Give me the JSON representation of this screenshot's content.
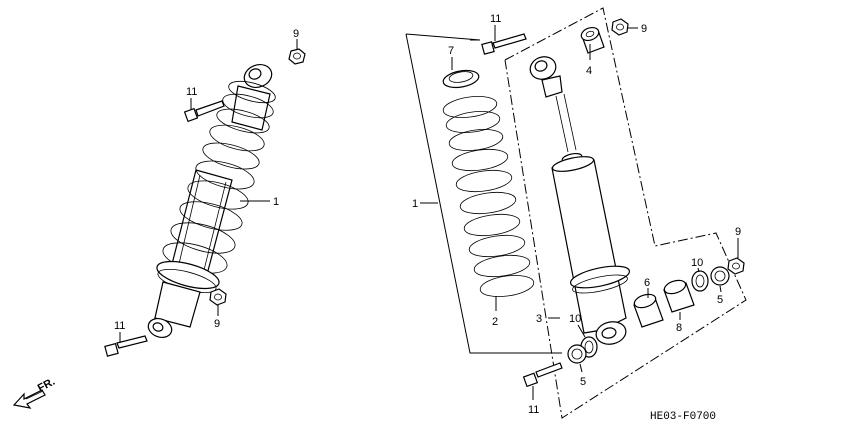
{
  "diagram": {
    "drawing_code": "HE03-F0700",
    "direction_label": "FR.",
    "callouts": {
      "left_assembly": "1",
      "left_bolt_top": "11",
      "left_nut_top": "9",
      "left_nut_bottom": "9",
      "left_bolt_bottom": "11",
      "right_assembly": "1",
      "spring_seat": "7",
      "spring": "2",
      "damper": "3",
      "bushing_top": "4",
      "bolt_top": "11",
      "nut_top": "9",
      "nut_right": "9",
      "collar_left": "6",
      "collar_right": "8",
      "oil_seal_left": "10",
      "oil_seal_right": "10",
      "dust_seal_left": "5",
      "dust_seal_right": "5",
      "bolt_bottom": "11"
    }
  }
}
